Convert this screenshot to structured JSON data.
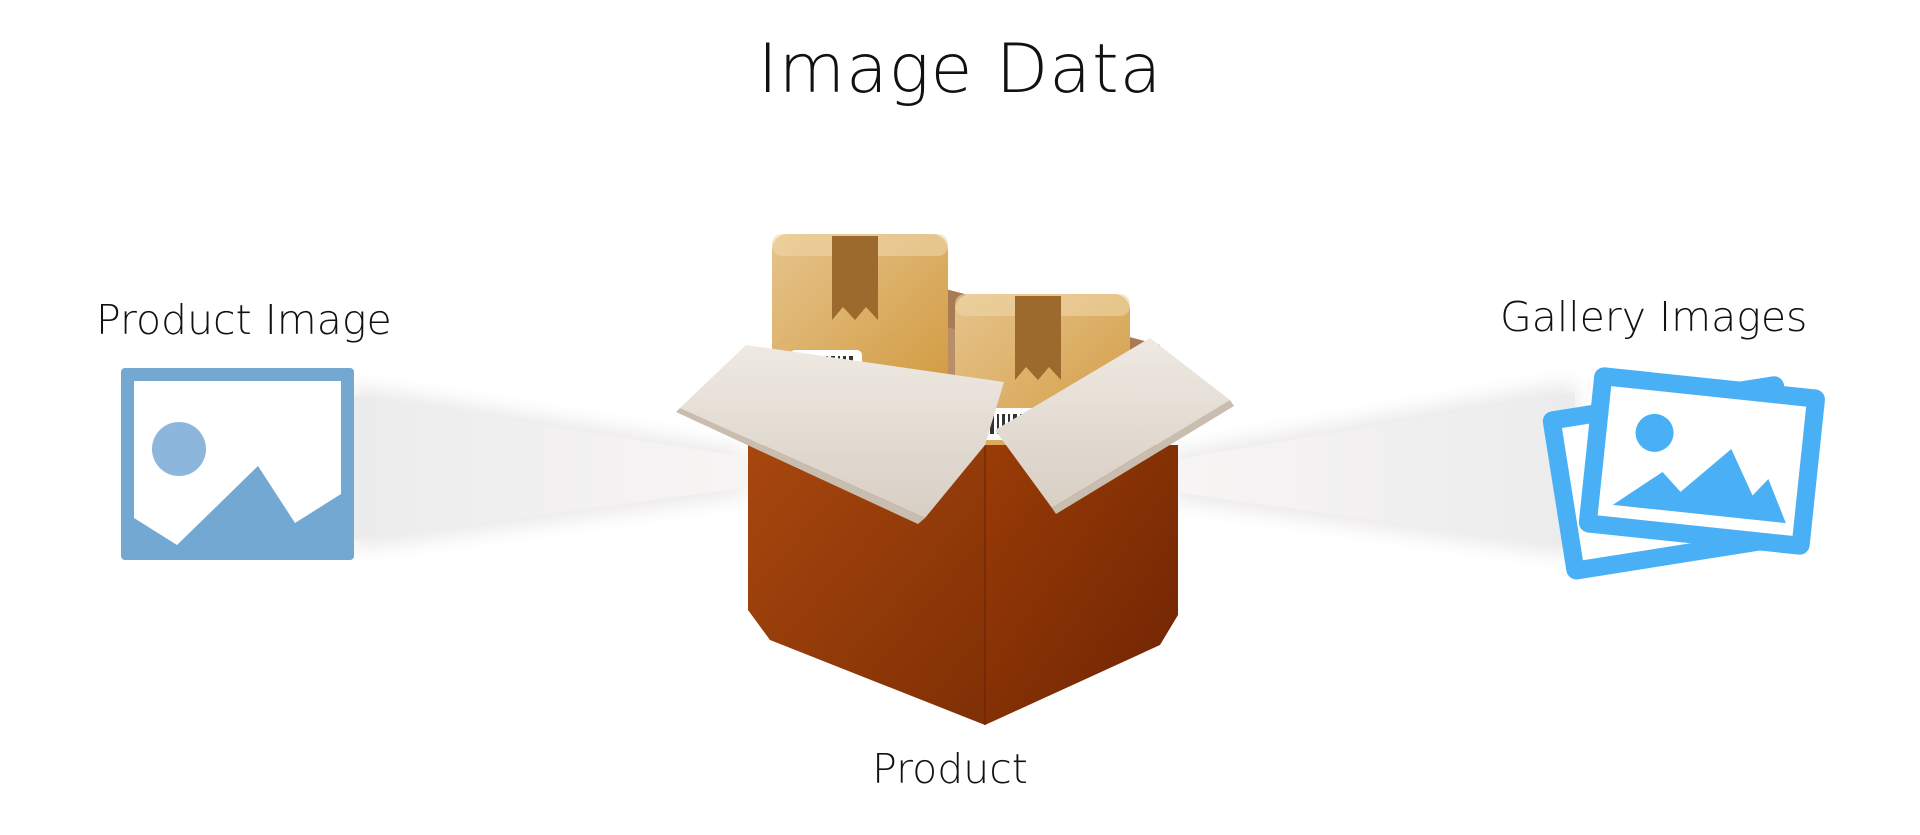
{
  "title": "Image Data",
  "labels": {
    "left": "Product Image",
    "right": "Gallery Images",
    "center": "Product"
  },
  "icons": {
    "left": "image-placeholder-icon",
    "right": "gallery-images-icon",
    "center": "product-box-icon"
  },
  "colors": {
    "left_icon": "#72a8d2",
    "right_icon": "#4ab0f5",
    "box_side": "#9b3f0a",
    "box_flap": "#e6dfd6",
    "parcel": "#d8a552"
  }
}
